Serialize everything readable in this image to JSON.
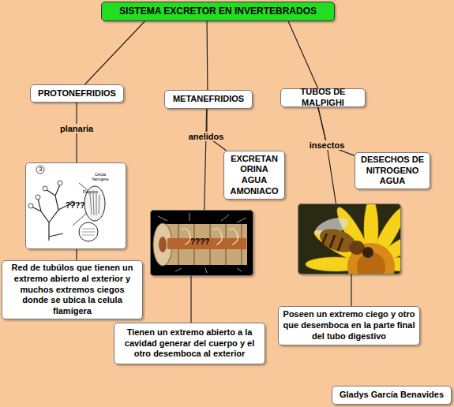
{
  "diagram": {
    "nodes": [
      {
        "text": [
          "SISTEMA EXCRETOR EN INVERTEBRADOS"
        ]
      },
      {
        "text": [
          "PROTONEFRIDIOS"
        ]
      },
      {
        "text": [
          "METANEFRIDIOS"
        ]
      },
      {
        "text": [
          "TUBOS DE MALPIGHI"
        ]
      },
      {
        "text": [
          "EXCRETAN ORINA AGUA AMONIACO"
        ]
      },
      {
        "text": [
          "DESECHOS DE NITROGENO AGUA"
        ]
      },
      {
        "text": [
          "3",
          "Célula flamígera",
          "Flagelos",
          "????"
        ]
      },
      {
        "text": [
          "????"
        ]
      },
      {
        "text": []
      },
      {
        "text": [
          "Red de tubúlos que tienen un extremo abierto al exterior y muchos extremos ciegos donde se ubica la celula flamígera"
        ]
      },
      {
        "text": [
          "Poseen un extremo ciego y otro que desemboca en la parte final del tubo digestivo"
        ]
      },
      {
        "text": [
          "Tienen un extremo abierto a la cavidad generar del cuerpo y el otro desemboca al exterior"
        ]
      },
      {
        "text": [
          "Gladys García Benavides"
        ]
      }
    ],
    "edges": [
      {
        "from": 0,
        "to": 1,
        "arrow": "none"
      },
      {
        "from": 0,
        "to": 2,
        "arrow": "none"
      },
      {
        "from": 0,
        "to": 3,
        "arrow": "none"
      },
      {
        "from": 1,
        "to": 6,
        "label": "planaria",
        "arrow": "none"
      },
      {
        "from": 2,
        "to": 7,
        "label": "anelidos",
        "arrow": "none"
      },
      {
        "from": 3,
        "to": 8,
        "label": "insectos",
        "arrow": "none"
      },
      {
        "from": 2,
        "to": 4,
        "arrow": "none"
      },
      {
        "from": 3,
        "to": 5,
        "arrow": "none"
      },
      {
        "from": 6,
        "to": 9,
        "arrow": "none"
      },
      {
        "from": 7,
        "to": 11,
        "arrow": "none"
      },
      {
        "from": 8,
        "to": 10,
        "arrow": "none"
      }
    ]
  }
}
